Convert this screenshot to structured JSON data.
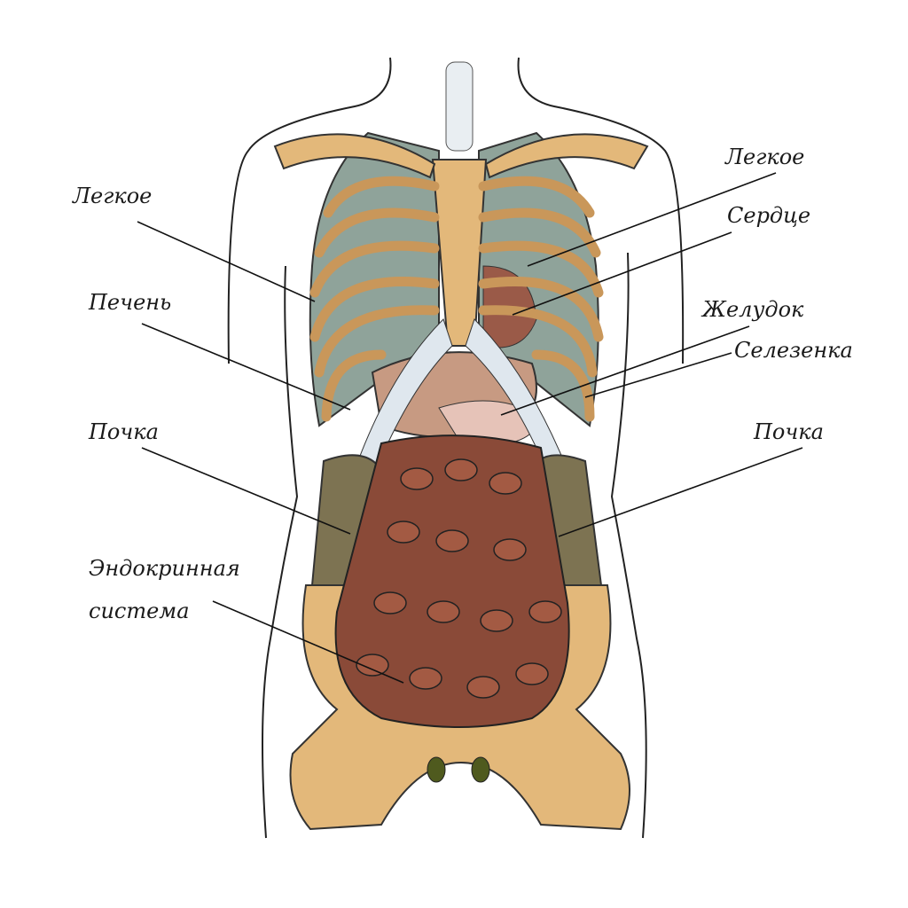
{
  "labels": {
    "lung_left": "Легкое",
    "liver": "Печень",
    "kidney_left": "Почка",
    "endocrine_line1": "Эндокринная",
    "endocrine_line2": "система",
    "lung_right": "Легкое",
    "heart": "Сердце",
    "stomach": "Желудок",
    "spleen": "Селезенка",
    "kidney_right": "Почка"
  },
  "colors": {
    "bone": "#e3b87a",
    "lung": "#8fa39a",
    "cartilage": "#dfe7ee",
    "intestine": "#8a4a38",
    "kidney": "#7d7352",
    "liver": "#c79a82",
    "stomach": "#e6c3b8"
  }
}
